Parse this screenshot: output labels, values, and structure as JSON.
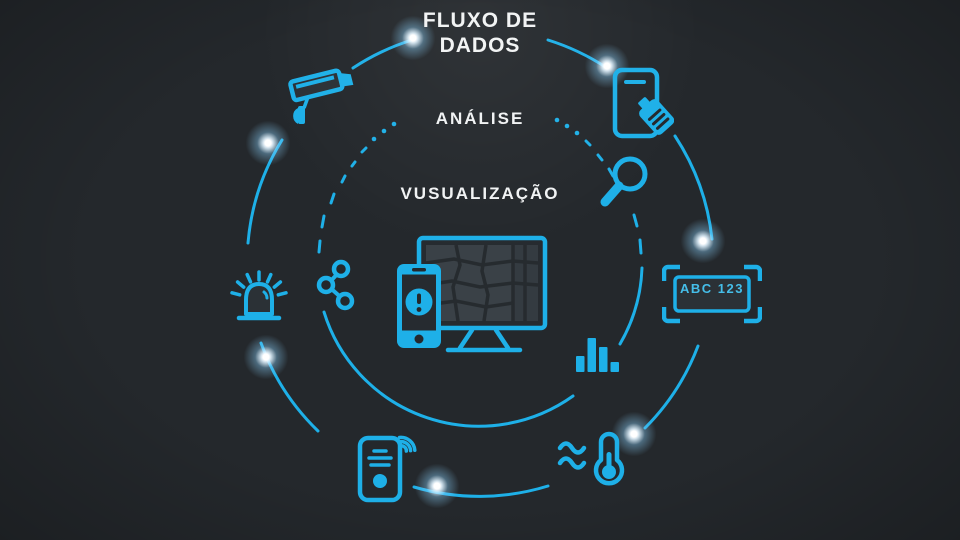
{
  "colors": {
    "background": "#24282C",
    "accent": "#1EB0E8",
    "text": "#F1F3F4",
    "panel_fill": "#2B3136"
  },
  "title": {
    "line1": "FLUXO DE",
    "line2": "DADOS"
  },
  "ring_labels": {
    "analysis": "ANÁLISE",
    "visualization": "VUSUALIZAÇÃO"
  },
  "license_plate": {
    "text": "ABC 123"
  },
  "icons": [
    {
      "name": "cctv-camera-icon",
      "meaning": "video surveillance"
    },
    {
      "name": "portable-radio-icon",
      "meaning": "connected field device"
    },
    {
      "name": "magnifier-icon",
      "meaning": "search / analysis"
    },
    {
      "name": "license-plate-icon",
      "meaning": "plate recognition",
      "label": "ABC 123"
    },
    {
      "name": "bar-chart-icon",
      "meaning": "statistics",
      "bars": [
        16,
        34,
        25,
        10
      ]
    },
    {
      "name": "thermometer-icon",
      "meaning": "environmental sensor"
    },
    {
      "name": "intercom-speaker-icon",
      "meaning": "audio / broadcast device"
    },
    {
      "name": "siren-icon",
      "meaning": "alarm"
    },
    {
      "name": "share-nodes-icon",
      "meaning": "data sharing"
    },
    {
      "name": "monitor-map-icon",
      "meaning": "map visualization screen"
    },
    {
      "name": "phone-alert-icon",
      "meaning": "mobile alert"
    }
  ]
}
